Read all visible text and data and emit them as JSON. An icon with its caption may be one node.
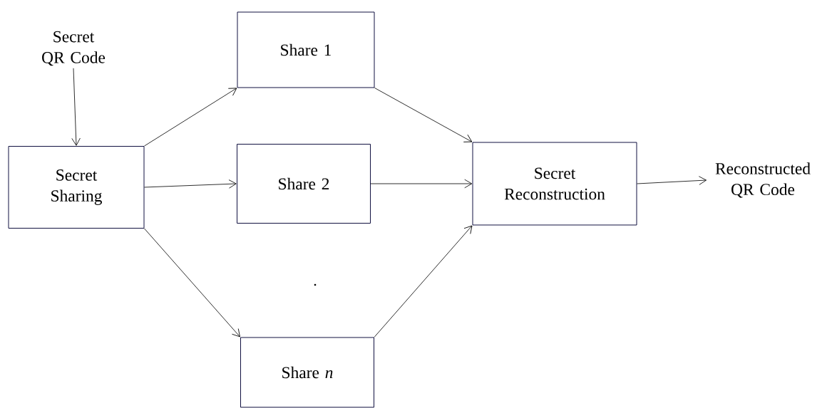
{
  "diagram": {
    "nodes": [
      {
        "text": [
          "Secret QR Code"
        ]
      },
      {
        "text": [
          "Secret Sharing"
        ]
      },
      {
        "text": [
          "Share 1"
        ]
      },
      {
        "text": [
          "Share 2"
        ]
      },
      {
        "text": [
          "Share *n*"
        ]
      },
      {
        "text": [
          "Secret Reconstruction"
        ]
      },
      {
        "text": [
          "Reconstructed QR Code"
        ]
      }
    ],
    "edges": [
      {
        "from": 0,
        "to": 1,
        "arrow": "to"
      },
      {
        "from": 1,
        "to": 2,
        "arrow": "to"
      },
      {
        "from": 1,
        "to": 3,
        "arrow": "to"
      },
      {
        "from": 1,
        "to": 4,
        "arrow": "to"
      },
      {
        "from": 2,
        "to": 5,
        "arrow": "to"
      },
      {
        "from": 3,
        "to": 5,
        "arrow": "to"
      },
      {
        "from": 4,
        "to": 5,
        "arrow": "to"
      },
      {
        "from": 5,
        "to": 6,
        "arrow": "to"
      }
    ]
  }
}
